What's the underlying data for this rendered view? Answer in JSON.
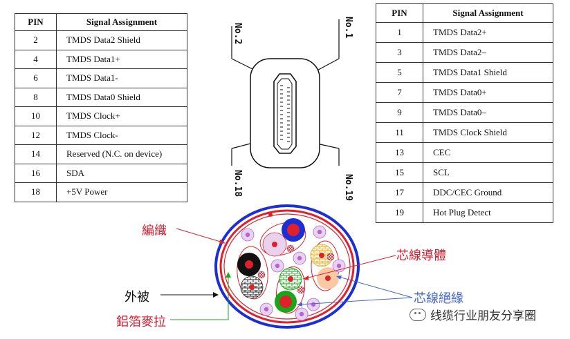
{
  "left_table": {
    "headers": [
      "PIN",
      "Signal Assignment"
    ],
    "rows": [
      {
        "pin": "2",
        "signal": "TMDS Data2 Shield"
      },
      {
        "pin": "4",
        "signal": "TMDS Data1+"
      },
      {
        "pin": "6",
        "signal": "TMDS Data1-"
      },
      {
        "pin": "8",
        "signal": "TMDS Data0 Shield"
      },
      {
        "pin": "10",
        "signal": "TMDS Clock+"
      },
      {
        "pin": "12",
        "signal": "TMDS Clock-"
      },
      {
        "pin": "14",
        "signal": "Reserved (N.C. on device)"
      },
      {
        "pin": "16",
        "signal": "SDA"
      },
      {
        "pin": "18",
        "signal": "+5V Power"
      }
    ]
  },
  "right_table": {
    "headers": [
      "PIN",
      "Signal Assignment"
    ],
    "rows": [
      {
        "pin": "1",
        "signal": "TMDS Data2+"
      },
      {
        "pin": "3",
        "signal": "TMDS Data2–"
      },
      {
        "pin": "5",
        "signal": "TMDS Data1 Shield"
      },
      {
        "pin": "7",
        "signal": "TMDS Data0+"
      },
      {
        "pin": "9",
        "signal": "TMDS Data0–"
      },
      {
        "pin": "11",
        "signal": "TMDS Clock Shield"
      },
      {
        "pin": "13",
        "signal": "CEC"
      },
      {
        "pin": "15",
        "signal": "SCL"
      },
      {
        "pin": "17",
        "signal": "DDC/CEC Ground"
      },
      {
        "pin": "19",
        "signal": "Hot Plug Detect"
      }
    ]
  },
  "connector": {
    "pin_labels": [
      "No.2",
      "No.1",
      "No.18",
      "No.19"
    ]
  },
  "cable_labels": {
    "braid": "編織",
    "conductor": "芯線導體",
    "jacket": "外被",
    "insulation": "芯線絕緣",
    "foil": "鋁箔麥拉"
  },
  "watermark": "线缆行业朋友分享圈",
  "colors": {
    "red": "#e0202a",
    "blue": "#1c2fd6",
    "pink_fill": "#e8d2ee",
    "violet": "#b366d0",
    "green": "#1aa51a",
    "peach": "#f8c9a3",
    "black": "#111111",
    "label_red": "#d42030",
    "label_blue": "#4466cc"
  }
}
